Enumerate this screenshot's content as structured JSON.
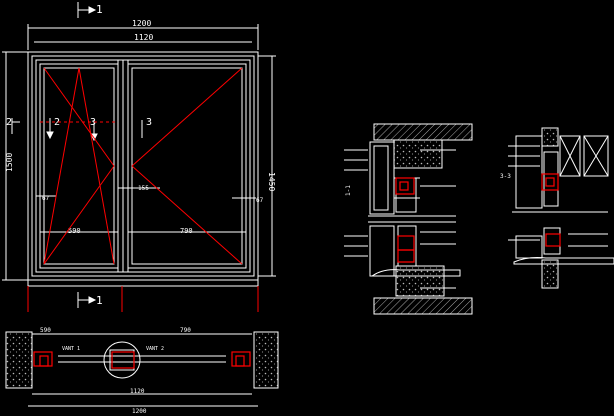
{
  "drawing": {
    "section_marker_1": "1",
    "section_marker_2": "2",
    "section_marker_3": "3",
    "overall_width": "1200",
    "inner_width": "1120",
    "overall_height": "1500",
    "inner_height": "1450",
    "left_sash_width": "590",
    "right_sash_width": "790",
    "mullion_width": "155",
    "left_offset": "67",
    "right_offset": "67",
    "plan_left_width": "590",
    "plan_right_width": "790",
    "plan_inner_width": "1120",
    "plan_overall_width": "1200",
    "plan_label_left": "VANT 1",
    "plan_label_right": "VANT 2",
    "vertical_section_label": "1-1",
    "horizontal_section_label": "3-3"
  },
  "colors": {
    "background": "#000000",
    "line": "#ffffff",
    "accent": "#ff0000",
    "hatch": "#c0c0c0"
  }
}
